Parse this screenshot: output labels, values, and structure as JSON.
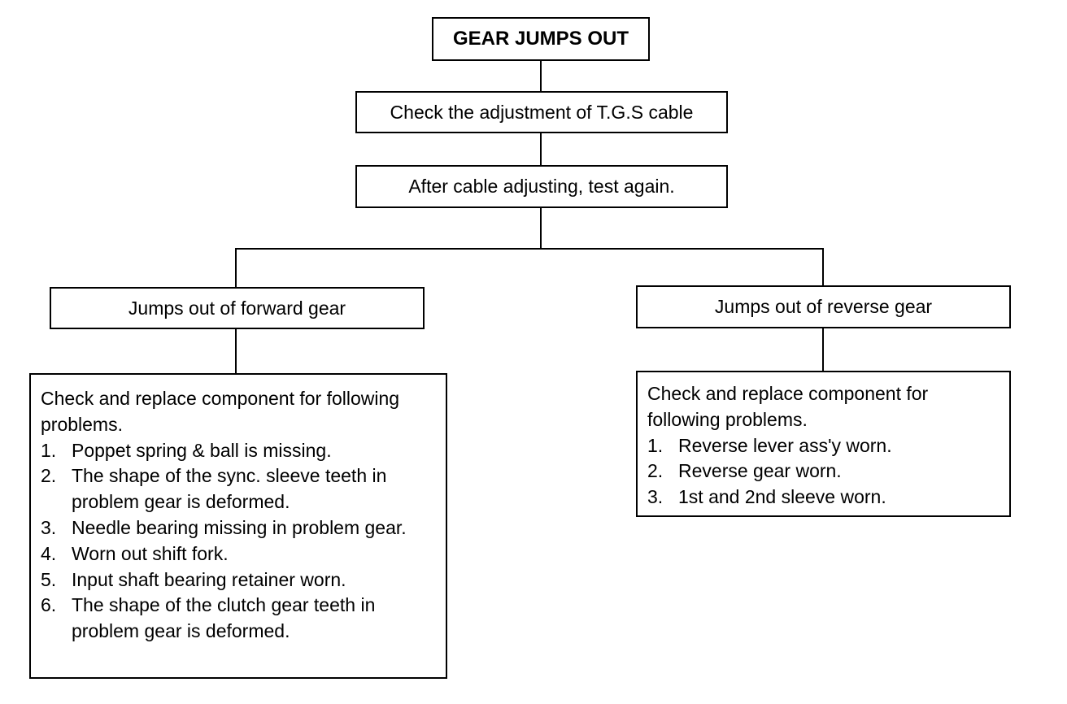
{
  "flowchart": {
    "title": "GEAR JUMPS OUT",
    "step1": "Check the adjustment of T.G.S cable",
    "step2": "After cable adjusting, test again.",
    "branches": {
      "forward": {
        "label": "Jumps out of forward gear",
        "intro": "Check and replace component for following problems.",
        "items": [
          {
            "num": "1.",
            "text": "Poppet spring & ball is missing."
          },
          {
            "num": "2.",
            "text": "The shape of the sync. sleeve teeth in problem gear is deformed."
          },
          {
            "num": "3.",
            "text": "Needle bearing missing in problem gear."
          },
          {
            "num": "4.",
            "text": "Worn out shift fork."
          },
          {
            "num": "5.",
            "text": "Input shaft bearing retainer worn."
          },
          {
            "num": "6.",
            "text": "The shape of the clutch gear teeth in problem gear is deformed."
          }
        ]
      },
      "reverse": {
        "label": "Jumps out of reverse gear",
        "intro": "Check and replace component for following problems.",
        "items": [
          {
            "num": "1.",
            "text": "Reverse lever ass'y worn."
          },
          {
            "num": "2.",
            "text": "Reverse gear worn."
          },
          {
            "num": "3.",
            "text": "1st and 2nd sleeve worn."
          }
        ]
      }
    }
  }
}
